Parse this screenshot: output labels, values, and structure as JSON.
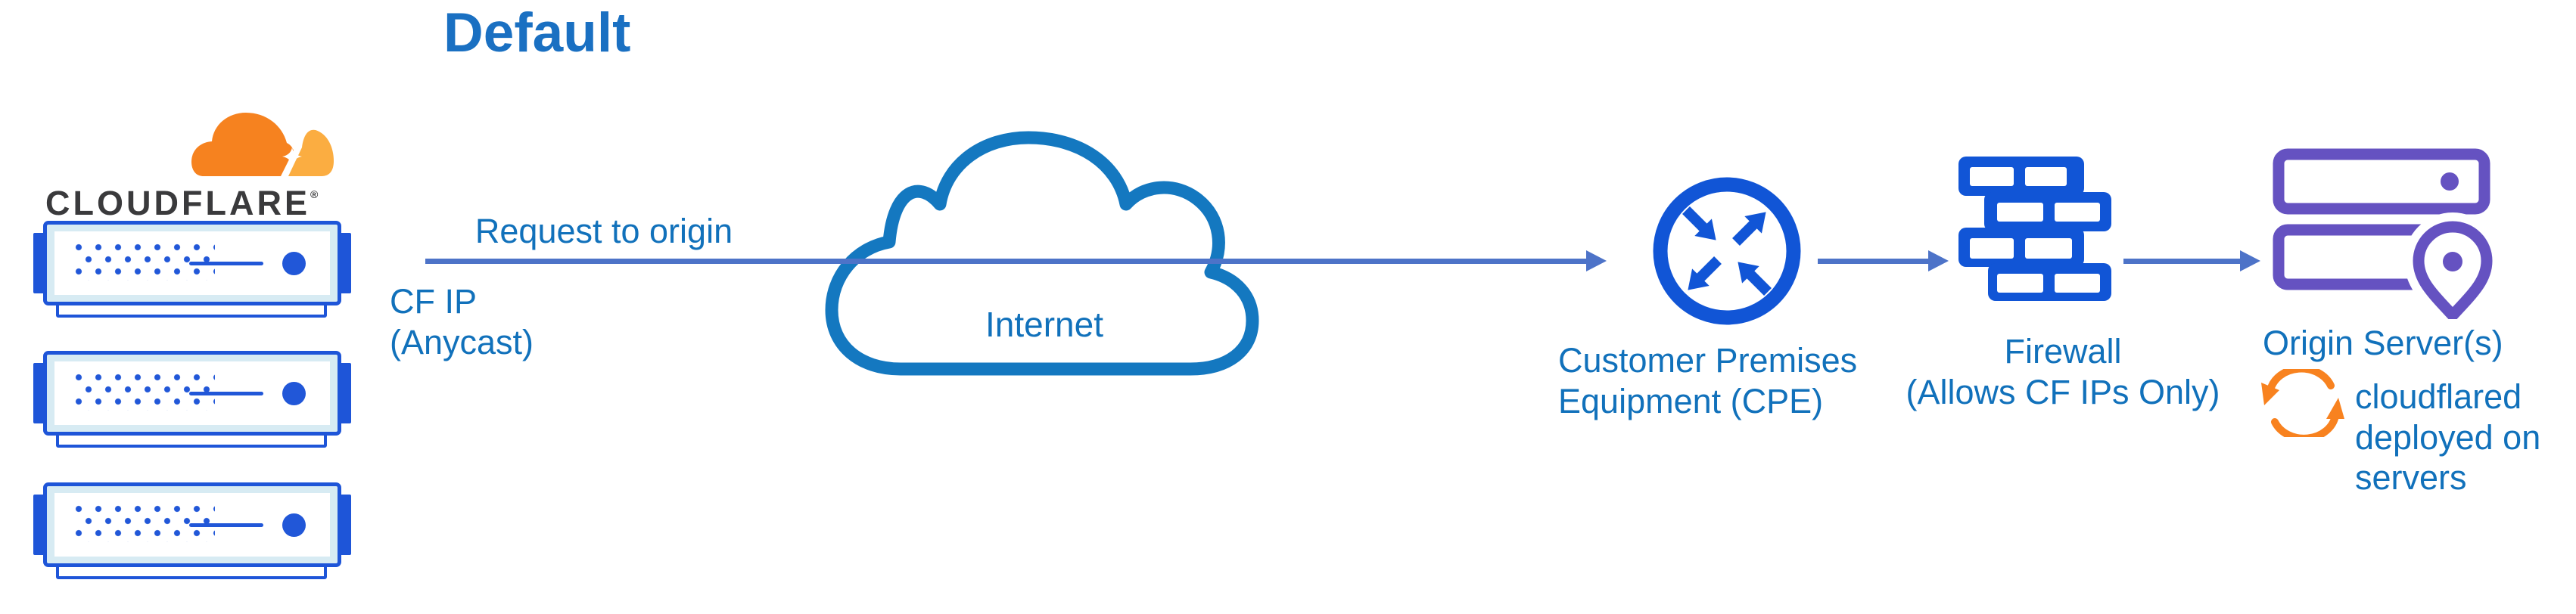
{
  "title": "Default",
  "cloudflare_node": {
    "wordmark": "CLOUDFLARE",
    "registered_mark": "®"
  },
  "request_arrow": {
    "label": "Request to origin",
    "sublabel_line1": "CF IP",
    "sublabel_line2": "(Anycast)"
  },
  "internet": {
    "label": "Internet"
  },
  "cpe": {
    "label_line1": "Customer Premises",
    "label_line2": "Equipment (CPE)"
  },
  "firewall": {
    "label_line1": "Firewall",
    "label_line2": "(Allows CF IPs Only)"
  },
  "origin": {
    "label": "Origin Server(s)",
    "annotation": "cloudflared deployed on servers"
  },
  "icons": {
    "cloudflare-logo": "orange two-tone cloud with white flare",
    "server-rack": "blue rack server with dot matrix, slot line and LED",
    "internet-cloud": "blue outlined cloud",
    "cpe-router": "blue circle with two inward and two outward diagonal arrows",
    "firewall": "blue staggered brick wall",
    "origin-servers": "purple server racks with location pin",
    "sync": "orange circular refresh arrows"
  },
  "colors": {
    "title_blue": "#1a70c2",
    "label_blue": "#1171bb",
    "arrow_blue": "#4d73c8",
    "icon_royal_blue": "#1155d6",
    "server_blue": "#1e55d8",
    "server_cyan": "#d7ebf3",
    "cloud_outline_blue": "#1478c0",
    "cloudflare_orange": "#f6821f",
    "cloudflare_light_orange": "#fbad41",
    "origin_purple": "#6552c1",
    "wordmark_dark": "#3a3a3c"
  }
}
